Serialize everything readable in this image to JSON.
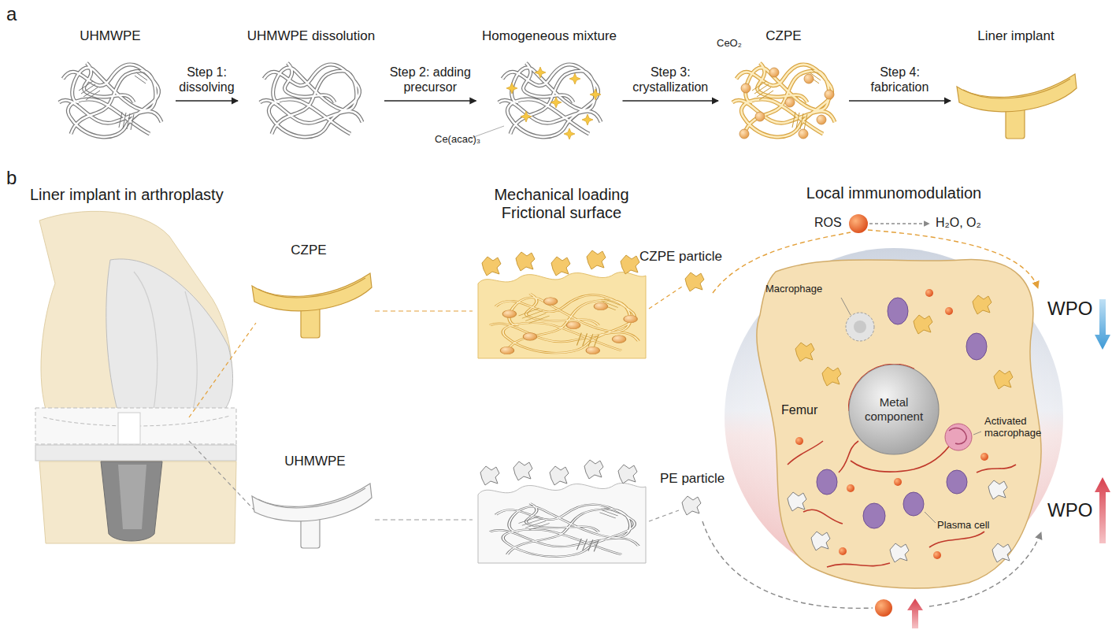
{
  "diagram": {
    "nodes": [
      {
        "text": [
          "UHMWPE"
        ]
      },
      {
        "text": [
          "UHMWPE dissolution"
        ]
      },
      {
        "text": [
          "Homogeneous mixture"
        ]
      },
      {
        "text": [
          "CZPE"
        ]
      },
      {
        "text": [
          "Liner implant"
        ]
      },
      {
        "text": [
          "Metal component"
        ]
      }
    ],
    "edges": [
      {
        "from": 0,
        "to": 1,
        "arrow": "to",
        "label": "Step 1: dissolving"
      },
      {
        "from": 1,
        "to": 2,
        "arrow": "to",
        "label": "Step 2: adding precursor"
      },
      {
        "from": 2,
        "to": 3,
        "arrow": "to",
        "label": "Step 3: crystallization"
      },
      {
        "from": 3,
        "to": 4,
        "arrow": "to",
        "label": "Step 4: fabrication"
      }
    ],
    "labels": [
      "a",
      "Ce(acac)₃",
      "CeO₂",
      "b",
      "Liner implant in arthroplasty",
      "CZPE",
      "UHMWPE",
      "Mechanical loading Frictional surface",
      "CZPE particle",
      "PE particle",
      "Local immunomodulation",
      "ROS",
      "H₂O, O₂",
      "Macrophage",
      "Femur",
      "Activated macrophage",
      "Plasma cell",
      "WPO",
      "WPO"
    ]
  }
}
